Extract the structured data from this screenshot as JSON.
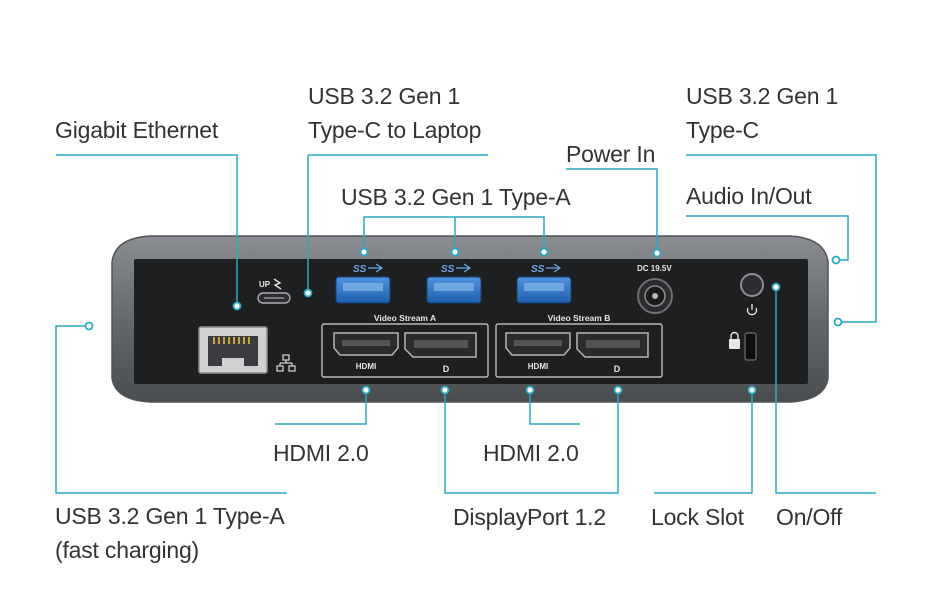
{
  "labels": {
    "gigabit_ethernet": "Gigabit Ethernet",
    "usbc_laptop_line1": "USB 3.2 Gen 1",
    "usbc_laptop_line2": "Type-C to Laptop",
    "usba_top": "USB 3.2 Gen 1 Type-A",
    "power_in": "Power In",
    "usbc_line1": "USB 3.2 Gen 1",
    "usbc_line2": "Type-C",
    "audio": "Audio In/Out",
    "hdmi_a": "HDMI 2.0",
    "hdmi_b": "HDMI 2.0",
    "usba_fast_line1": "USB 3.2 Gen 1 Type-A",
    "usba_fast_line2": "(fast charging)",
    "displayport": "DisplayPort 1.2",
    "lock_slot": "Lock Slot",
    "on_off": "On/Off"
  },
  "device": {
    "up_mark": "UP",
    "ss_mark": "SS",
    "dc_label": "DC 19.5V",
    "video_stream_a": "Video Stream A",
    "video_stream_b": "Video Stream B",
    "hdmi_mark": "HDMI",
    "dp_mark": "D"
  },
  "colors": {
    "callout": "#29a9c4",
    "label_text": "#333333",
    "panel": "#1e1f21",
    "casing": "#6b6e72",
    "usb_port": "#2f74c8"
  }
}
